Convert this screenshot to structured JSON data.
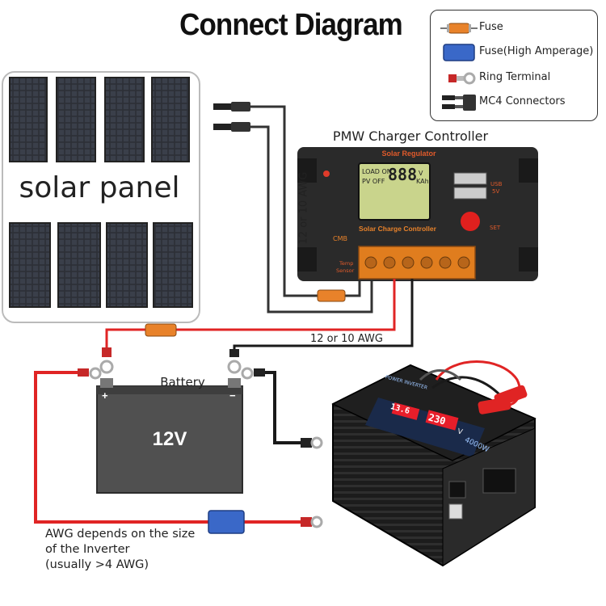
{
  "title": "Connect Diagram",
  "legend": {
    "items": [
      {
        "label": "Fuse",
        "icon": "fuse-icon"
      },
      {
        "label": "Fuse(High Amperage)",
        "icon": "high-amperage-fuse-icon"
      },
      {
        "label": "Ring Terminal",
        "icon": "ring-terminal-icon"
      },
      {
        "label": "MC4 Connectors",
        "icon": "mc4-connector-icon"
      }
    ]
  },
  "solar_panel": {
    "label": "solar panel"
  },
  "controller": {
    "title": "PMW Charger Controller",
    "brand": "Solar Regulator",
    "subtitle": "Solar Charge Controller",
    "model": "CMB",
    "lcd_top": "LOAD ON",
    "lcd_mid": "PV OFF",
    "lcd_digits": "888",
    "lcd_units_v": "V",
    "lcd_units_kah": "KAh",
    "usb_label": "USB",
    "usb_volt": "5V",
    "set_label": "SET",
    "temp_label": "Temp",
    "sensor_label": "Sensor"
  },
  "wire_labels": {
    "panel_to_controller": "12 or 10 AWG",
    "controller_to_battery": "12 or 10 AWG"
  },
  "battery": {
    "label": "Battery",
    "voltage": "12V",
    "plus": "+",
    "minus": "−"
  },
  "inverter": {
    "display_left": "13.6",
    "display_right": "230",
    "volt_unit": "V",
    "power": "4000W",
    "brand": "POWER INVERTER"
  },
  "note": {
    "line1": "AWG depends on the size",
    "line2": "of the Inverter",
    "line3": "(usually  >4 AWG)"
  },
  "colors": {
    "fuse": "#e8822a",
    "high_fuse": "#3a68c8",
    "wire_red": "#e02424",
    "wire_black": "#1a1a1a",
    "battery_body": "#505050",
    "controller_body": "#2a2a2a",
    "terminal_block": "#e07d1e",
    "inverter_body": "#1c1c1c",
    "inverter_display": "#e81e2a"
  }
}
